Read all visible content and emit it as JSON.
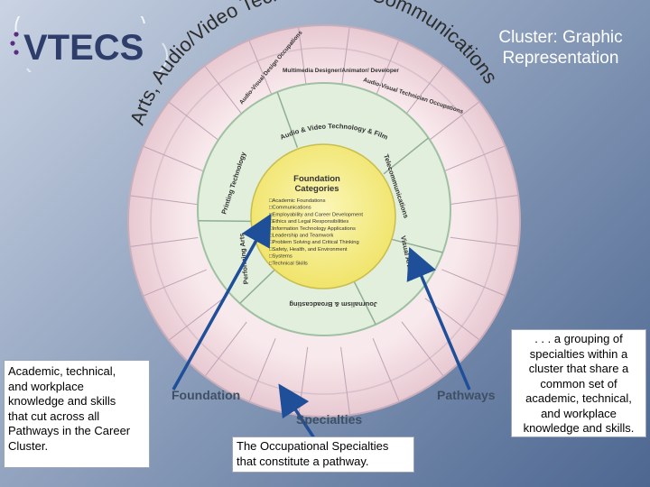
{
  "logo": {
    "text": "VTECS"
  },
  "title": {
    "line1": "Cluster: Graphic",
    "line2": "Representation"
  },
  "diagram": {
    "arc_title": "Arts, Audio/Video Technology, & Communications",
    "outer_sectors": [
      "Audio-Visual Design Occupations",
      "Multimedia Designer/Animator/ Developer",
      "Audio-Visual Technician Occupations"
    ],
    "pathways": [
      "Audio & Video Technology & Film",
      "Telecommunications",
      "Visual Arts",
      "Journalism & Broadcasting",
      "Performing Arts",
      "Printing Technology"
    ],
    "center_title_line1": "Foundation",
    "center_title_line2": "Categories",
    "foundation_categories": [
      "Academic Foundations",
      "Communications",
      "Employability and Career Development",
      "Ethics and Legal Responsibilities",
      "Information Technology Applications",
      "Leadership and Teamwork",
      "Problem Solving and Critical Thinking",
      "Safety, Health, and Environment",
      "Systems",
      "Technical Skills"
    ],
    "colors": {
      "outer_ring": "#f3dde2",
      "outer_ring_edge": "#c9b3c0",
      "pathway_ring": "#e1eedd",
      "center": "#f6ee86",
      "arrow": "#1f4f99"
    }
  },
  "labels": {
    "foundation": "Foundation",
    "specialties": "Specialties",
    "pathways": "Pathways"
  },
  "callouts": {
    "left": [
      "Academic, technical,",
      "and workplace",
      "knowledge and skills",
      "that cut across all",
      "Pathways in the Career",
      "Cluster."
    ],
    "middle": [
      "The Occupational Specialties",
      "that constitute a pathway."
    ],
    "right": [
      ". . . a grouping of",
      "specialties within a",
      "cluster that share a",
      "common set of",
      "academic, technical,",
      "and workplace",
      "knowledge and skills."
    ]
  }
}
